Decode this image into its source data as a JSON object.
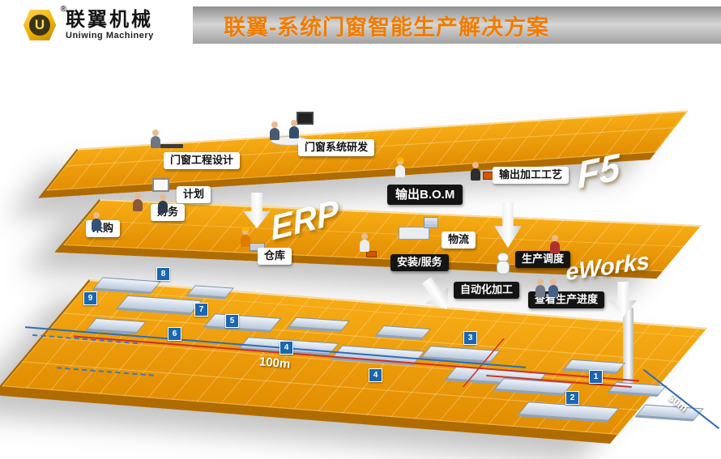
{
  "header": {
    "brand_cn": "联翼机械",
    "brand_en": "Uniwing Machinery",
    "registered": "®",
    "logo_letter": "U",
    "title": "联翼-系统门窗智能生产解决方案"
  },
  "colors": {
    "platform_orange": "#ef9c0c",
    "platform_edge": "#b06c00",
    "title_orange": "#f07c00",
    "marker_blue": "#1b66b0",
    "accent_red": "#cf3126",
    "dimension_blue": "#2e6db5"
  },
  "tier_top": {
    "big_label": "F5",
    "design": "门窗工程设计",
    "rd": "门窗系统研发",
    "bom": "输出B.O.M",
    "craft": "输出加工工艺"
  },
  "tier_mid": {
    "big_label": "ERP",
    "big_label_right": "eWorks",
    "plan": "计划",
    "finance": "财务",
    "purchase": "采购",
    "warehouse": "仓库",
    "logistics": "物流",
    "install": "安装/服务",
    "dispatch": "生产调度"
  },
  "tier_bottom": {
    "auto": "自动化加工",
    "progress": "查看生产进度",
    "dim_length": "100m",
    "dim_width": "30m",
    "markers": [
      "8",
      "9",
      "7",
      "5",
      "6",
      "4",
      "4",
      "3",
      "1",
      "2"
    ]
  }
}
